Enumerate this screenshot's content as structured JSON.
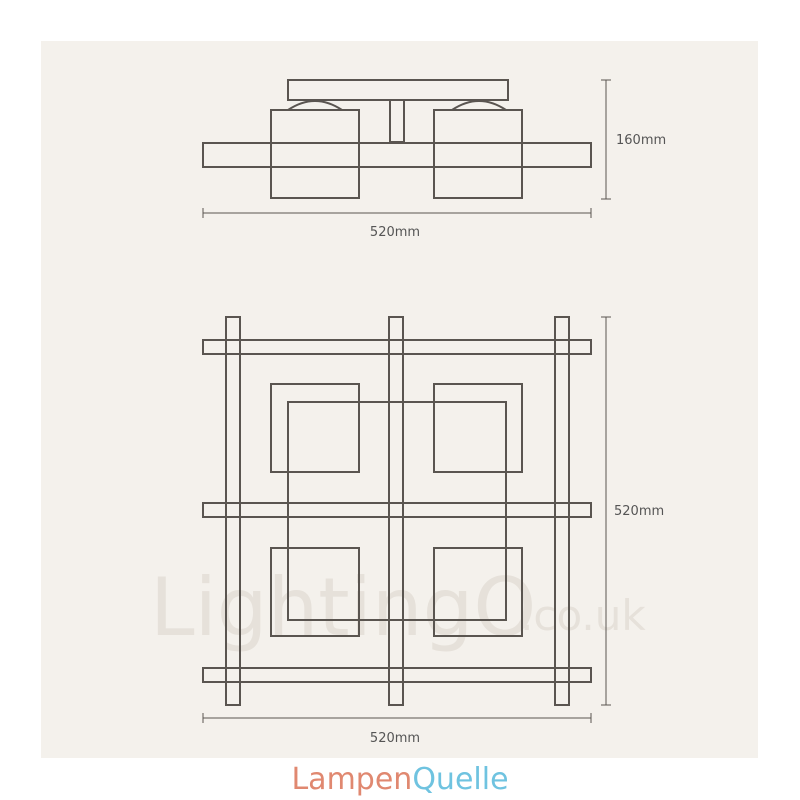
{
  "side_view": {
    "width_label": "520mm",
    "height_label": "160mm"
  },
  "top_view": {
    "width_label": "520mm",
    "depth_label": "520mm"
  },
  "watermark": {
    "main": "LightingO",
    "suffix": ".co.uk"
  },
  "brand": {
    "part1": "Lampen",
    "part2": "Quelle"
  },
  "colors": {
    "background": "#f4f1ec",
    "line": "#5a5550",
    "brand_part1": "#e08870",
    "brand_part2": "#6fc3e0"
  }
}
